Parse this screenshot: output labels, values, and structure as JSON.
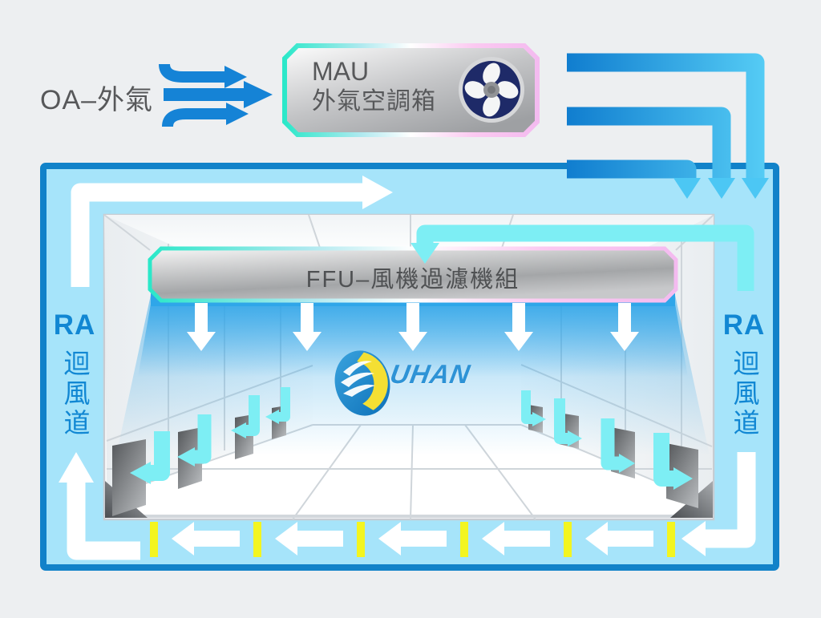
{
  "diagram": {
    "oa_label": "OA–外氣",
    "mau": {
      "title": "MAU",
      "subtitle": "外氣空調箱"
    },
    "ffu_label": "FFU–風機過濾機組",
    "ra_left": {
      "abbr": "RA",
      "name": "迴風道"
    },
    "ra_right": {
      "abbr": "RA",
      "name": "迴風道"
    },
    "logo_text": "UHAN"
  },
  "icons": {
    "mau_fan": "fan-icon",
    "logo_mark": "juhan-wing-icon"
  },
  "colors": {
    "background": "#edeff1",
    "duct_fill": "#a6e4fa",
    "duct_border": "#1182c9",
    "oa_arrow_blue": "#1583d6",
    "oa_arrow_gradient_end": "#55ccf5",
    "return_air_cyan": "#7deef4",
    "supply_air_white": "#ffffff",
    "floor_marker_yellow": "#f3f520",
    "label_gray": "#57585a",
    "ra_label_blue": "#1187d3",
    "fan_navy": "#1e2a68",
    "logo_blue": "#2e93d6"
  }
}
